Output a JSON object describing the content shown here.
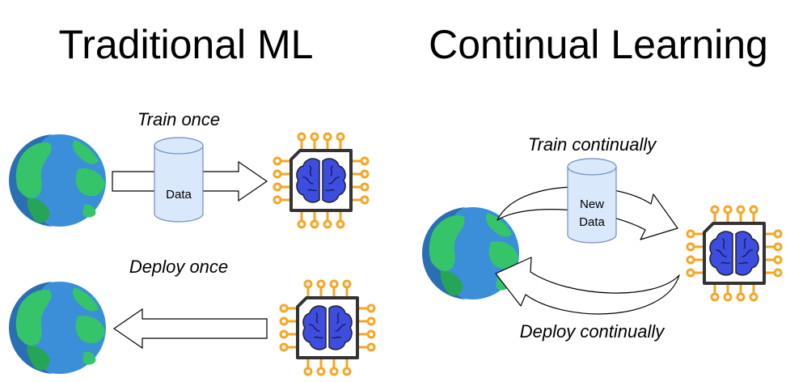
{
  "titles": {
    "traditional": "Traditional ML",
    "continual": "Continual Learning"
  },
  "captions": {
    "train_once": "Train once",
    "deploy_once": "Deploy once",
    "train_continually": "Train continually",
    "deploy_continually": "Deploy continually"
  },
  "databases": {
    "data": {
      "lines": [
        "Data"
      ]
    },
    "new_data": {
      "lines": [
        "New",
        "Data"
      ]
    }
  },
  "icons": {
    "globe": "globe-icon",
    "database": "database-icon",
    "chip": "brain-chip-icon",
    "arrow": "arrow"
  },
  "colors": {
    "ocean": "#3a8fd8",
    "ocean_dark": "#2a6fb3",
    "land": "#35c46a",
    "land_dark": "#27a556",
    "db_fill": "#dae8fc",
    "db_stroke": "#6c8ebf",
    "chip_pin": "#f5a623",
    "chip_body": "#333333",
    "brain": "#3d4de0"
  }
}
